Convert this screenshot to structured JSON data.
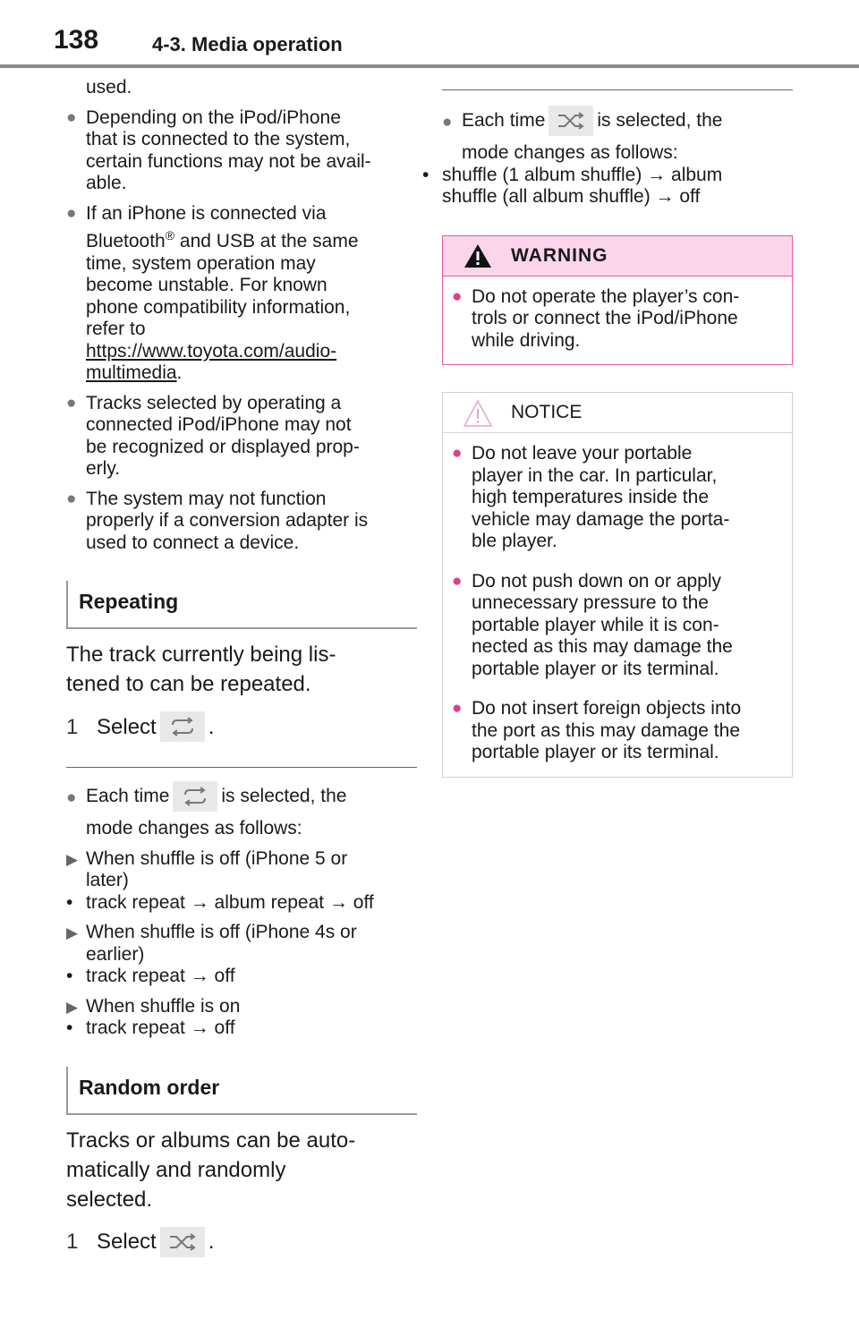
{
  "header": {
    "page_number": "138",
    "section": "4-3. Media operation"
  },
  "left": {
    "cont_text": "used.",
    "bullets": [
      [
        "Depending on the iPod/iPhone",
        "that is connected to the system,",
        "certain functions may not be avail-",
        "able."
      ],
      [
        "If an iPhone is connected via"
      ],
      [
        "Tracks selected by operating a",
        "connected iPod/iPhone may not",
        "be recognized or displayed prop-",
        "erly."
      ],
      [
        "The system may not function",
        "properly if a conversion adapter is",
        "used to connect a device."
      ]
    ],
    "bt_line": [
      "Bluetooth",
      "®",
      " and USB at the same"
    ],
    "bt_rest": [
      "time, system operation may",
      "become unstable. For known",
      "phone compatibility information,",
      "refer to"
    ],
    "link_lines": [
      "https://www.toyota.com/audio-",
      "multimedia"
    ],
    "link_after": ".",
    "repeating": {
      "heading": "Repeating",
      "intro": [
        "The track currently being lis-",
        "tened to can be repeated."
      ],
      "step_num": "1",
      "step_text": "Select",
      "step_after": ".",
      "each_before": "Each time",
      "each_after": "is selected, the",
      "mode_line": "mode changes as follows:",
      "conditions": [
        {
          "title": [
            "When shuffle is off (iPhone 5 or",
            "later)"
          ],
          "seq": "track repeat → album repeat → off"
        },
        {
          "title": [
            "When shuffle is off (iPhone 4s or",
            "earlier)"
          ],
          "seq": "track repeat → off"
        },
        {
          "title": [
            "When shuffle is on"
          ],
          "seq": "track repeat → off"
        }
      ]
    },
    "random": {
      "heading": "Random order",
      "intro": [
        "Tracks or albums can be auto-",
        "matically and randomly",
        "selected."
      ],
      "step_num": "1",
      "step_text": "Select",
      "step_after": "."
    }
  },
  "right": {
    "each_before": "Each time",
    "each_after": "is selected, the",
    "mode_line": "mode changes as follows:",
    "seq": [
      "shuffle (1 album shuffle) → album",
      "shuffle (all album shuffle) → off"
    ],
    "warning": {
      "title": "WARNING",
      "items": [
        [
          "Do not operate the player’s con-",
          "trols or connect the iPod/iPhone",
          "while driving."
        ]
      ]
    },
    "notice": {
      "title": "NOTICE",
      "items": [
        [
          "Do not leave your portable",
          "player in the car. In particular,",
          "high temperatures inside the",
          "vehicle may damage the porta-",
          "ble player."
        ],
        [
          "Do not push down on or apply",
          "unnecessary pressure to the",
          "portable player while it is con-",
          "nected as this may damage the",
          "portable player or its terminal."
        ],
        [
          "Do not insert foreign objects into",
          "the port as this may damage the",
          "portable player or its terminal."
        ]
      ]
    }
  },
  "icons": {
    "bullet": "●",
    "triangle": "▶",
    "dash": "•",
    "repeat": "repeat-icon",
    "shuffle": "shuffle-icon"
  }
}
